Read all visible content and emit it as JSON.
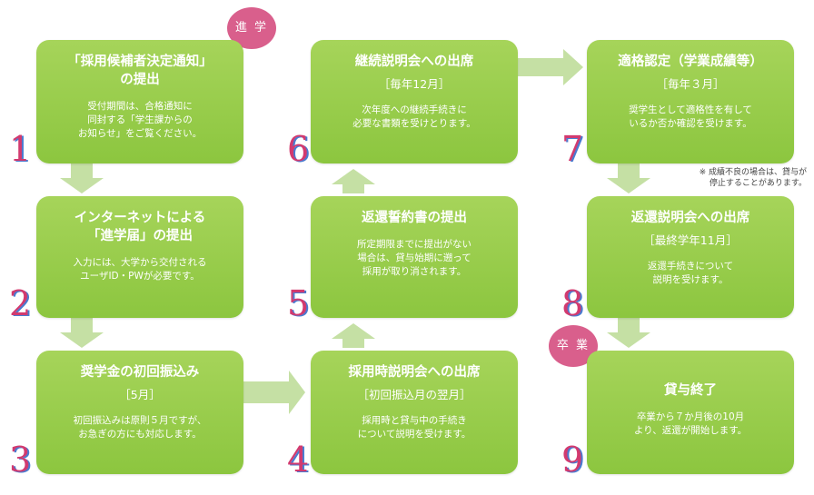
{
  "badges": {
    "enter": "進 学",
    "graduate": "卒 業"
  },
  "steps": [
    {
      "num": "1",
      "title": "「採用候補者決定通知」\nの提出",
      "sub": "",
      "body": "受付期間は、合格通知に\n同封する「学生課からの\nお知らせ」をご覧ください。"
    },
    {
      "num": "2",
      "title": "インターネットによる\n「進学届」の提出",
      "sub": "",
      "body": "入力には、大学から交付される\nユーザID・PWが必要です。"
    },
    {
      "num": "3",
      "title": "奨学金の初回振込み",
      "sub": "［5月］",
      "body": "初回振込みは原則５月ですが、\nお急ぎの方にも対応します。"
    },
    {
      "num": "4",
      "title": "採用時説明会への出席",
      "sub": "［初回振込月の翌月］",
      "body": "採用時と貸与中の手続き\nについて説明を受けます。"
    },
    {
      "num": "5",
      "title": "返還誓約書の提出",
      "sub": "",
      "body": "所定期限までに提出がない\n場合は、貸与始期に遡って\n採用が取り消されます。"
    },
    {
      "num": "6",
      "title": "継続説明会への出席",
      "sub": "［毎年12月］",
      "body": "次年度への継続手続きに\n必要な書類を受けとります。"
    },
    {
      "num": "7",
      "title": "適格認定（学業成績等）",
      "sub": "［毎年３月］",
      "body": "奨学生として適格性を有して\nいるか否か確認を受けます。"
    },
    {
      "num": "8",
      "title": "返還説明会への出席",
      "sub": "［最終学年11月］",
      "body": "返還手続きについて\n説明を受けます。"
    },
    {
      "num": "9",
      "title": "貸与終了",
      "sub": "",
      "body": "卒業から７か月後の10月\nより、返還が開始します。"
    }
  ],
  "note": "※ 成績不良の場合は、貸与が\n停止することがあります。",
  "colors": {
    "box": "#8cc63f",
    "arrow": "#c5e0a4",
    "number": "#d23a6f",
    "badge": "#d95f8c"
  }
}
